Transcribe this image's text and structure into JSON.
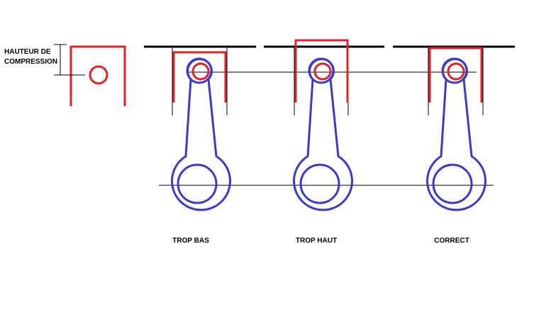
{
  "labels": {
    "compression_height_line1": "HAUTEUR DE",
    "compression_height_line2": "COMPRESSION"
  },
  "panels": [
    {
      "caption": "TROP BAS"
    },
    {
      "caption": "TROP HAUT"
    },
    {
      "caption": "CORRECT"
    }
  ],
  "colors": {
    "piston": "#e0202a",
    "connecting_rod": "#3a3acc",
    "lines": "#000000"
  }
}
